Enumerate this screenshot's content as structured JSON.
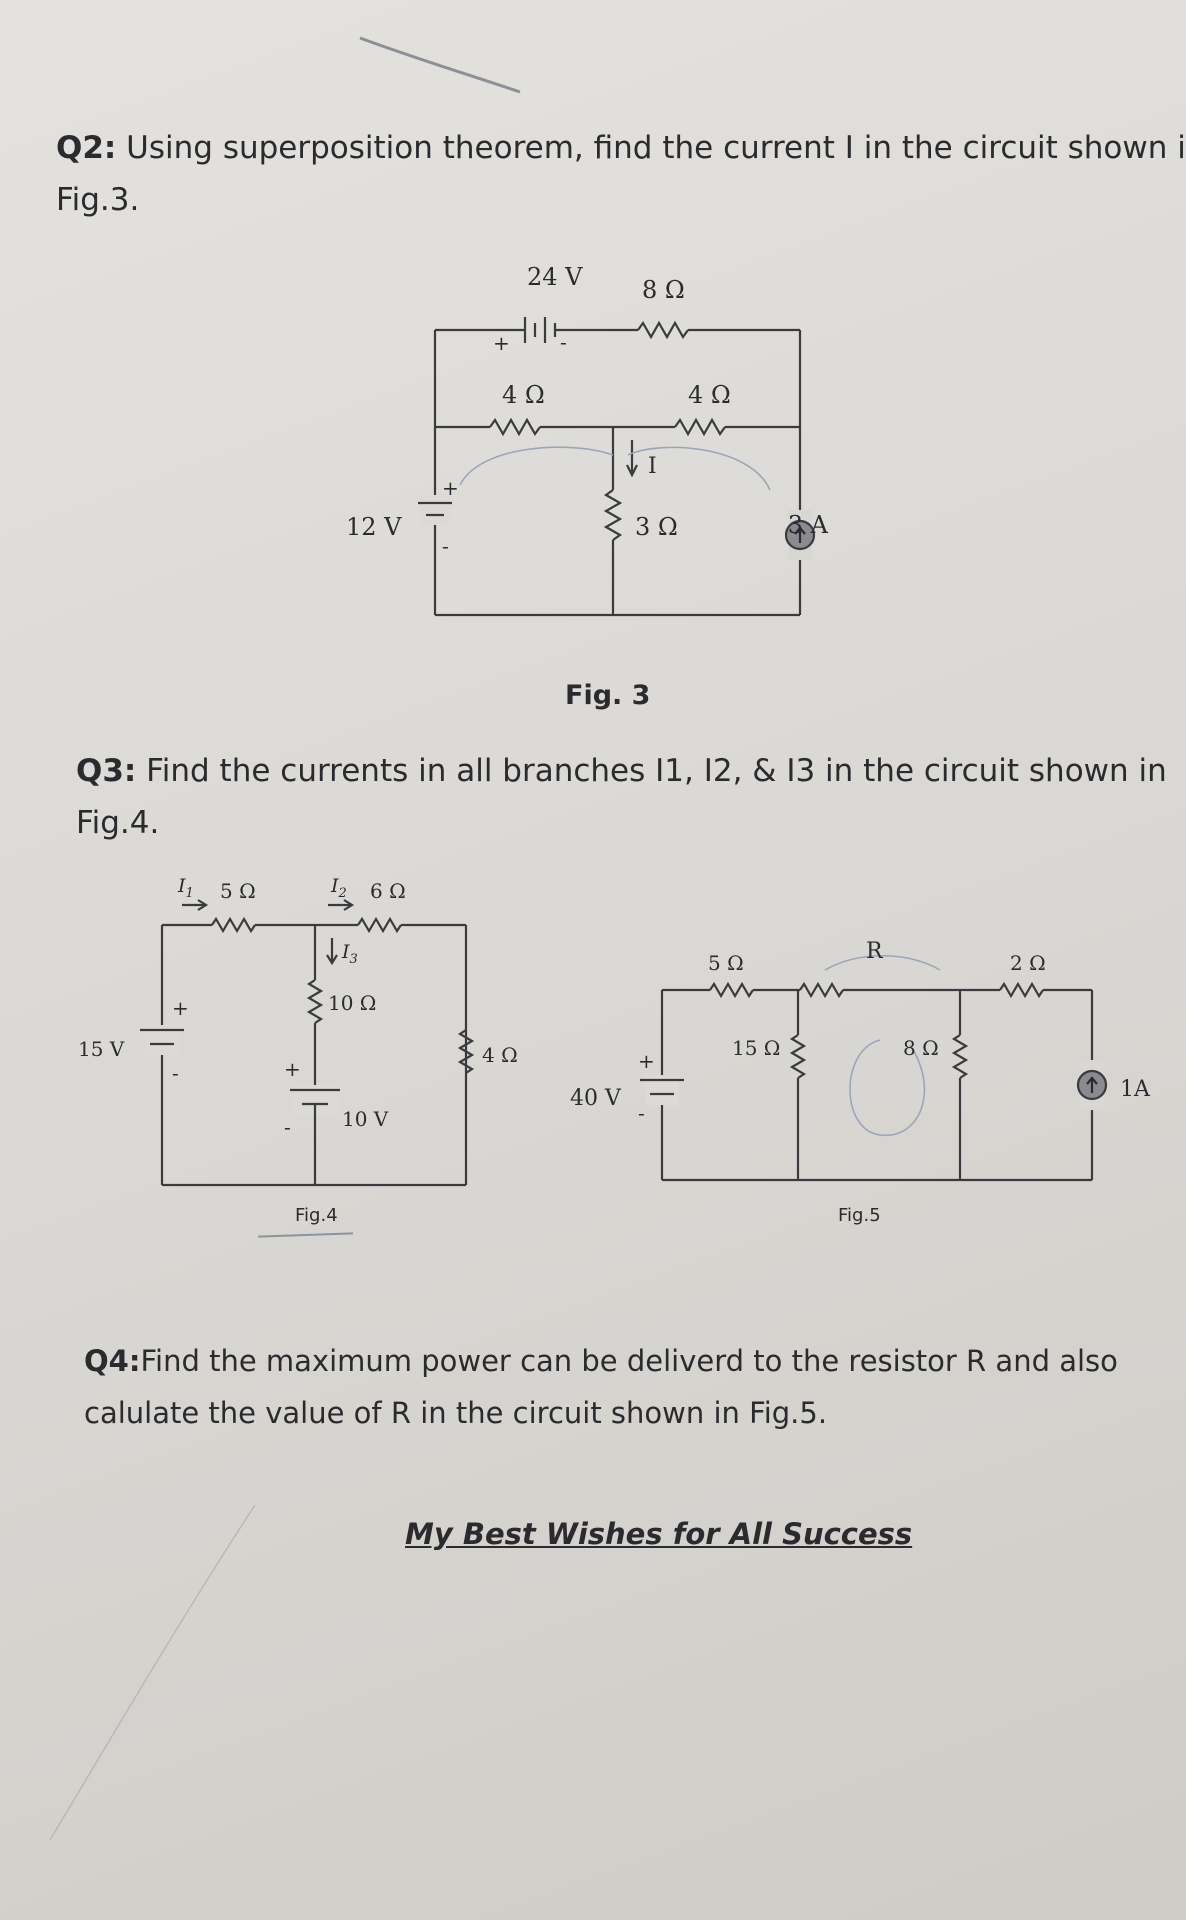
{
  "q2": {
    "label": "Q2:",
    "text": " Using superposition theorem, find the current I in the circuit shown i",
    "text_line2": "Fig.3."
  },
  "fig3": {
    "caption": "Fig. 3",
    "src_24v": "24 V",
    "r_8": "8 Ω",
    "r_4_left": "4 Ω",
    "r_4_right": "4 Ω",
    "src_12v": "12 V",
    "r_3": "3 Ω",
    "current_I": "I",
    "src_3a": "3 A",
    "plus": "+",
    "minus": "-"
  },
  "q3": {
    "label": "Q3:",
    "text": " Find the currents in all branches I1, I2, & I3 in the circuit shown in",
    "text_line2": "Fig.4."
  },
  "fig4": {
    "caption": "Fig.4",
    "i1": "I",
    "i1_sub": "1",
    "i2": "I",
    "i2_sub": "2",
    "i3": "I",
    "i3_sub": "3",
    "r_5": "5 Ω",
    "r_6": "6 Ω",
    "r_10": "10 Ω",
    "r_4": "4 Ω",
    "src_15v": "15 V",
    "src_10v": "10 V",
    "plus": "+",
    "minus": "-"
  },
  "fig5": {
    "caption": "Fig.5",
    "r_5": "5 Ω",
    "r_R": "R",
    "r_2": "2 Ω",
    "r_15": "15 Ω",
    "r_8": "8 Ω",
    "src_40v": "40 V",
    "src_1a": "1A",
    "plus": "+",
    "minus": "-"
  },
  "q4": {
    "label": "Q4:",
    "text": "Find the maximum power can be deliverd to the resistor R and also",
    "text_line2": "calulate the value of R in the circuit shown in Fig.5."
  },
  "closing": "My Best Wishes for All Success"
}
